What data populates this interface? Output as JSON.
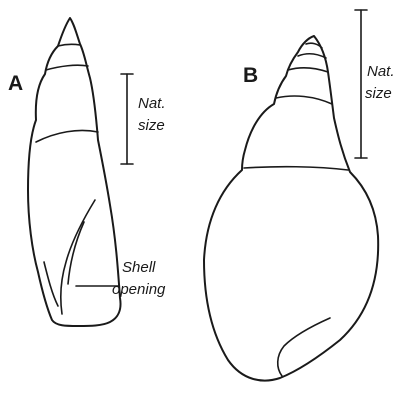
{
  "shell_a": {
    "letter": "A",
    "scale_label": [
      "Nat.",
      "size"
    ],
    "callout_label": [
      "Shell",
      "opening"
    ]
  },
  "shell_b": {
    "letter": "B",
    "scale_label": [
      "Nat.",
      "size"
    ]
  }
}
